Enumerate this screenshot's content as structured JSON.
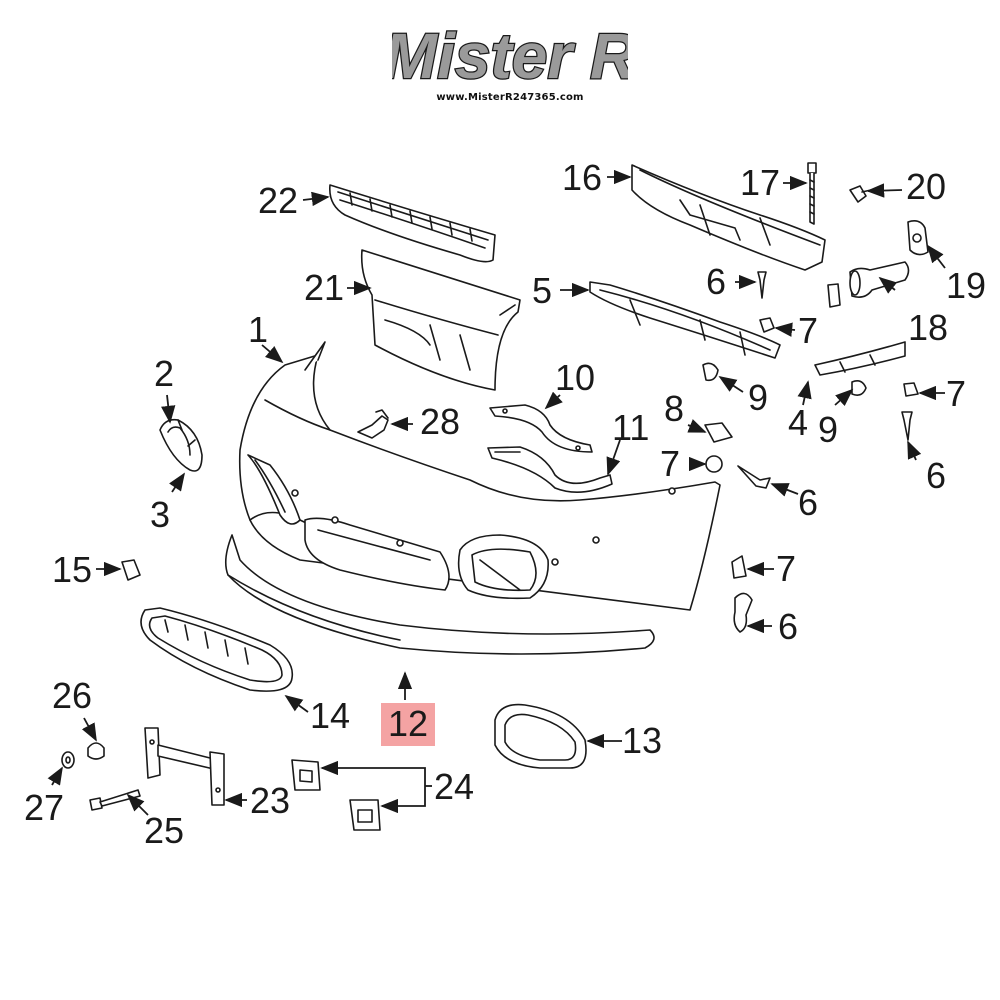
{
  "logo": {
    "text": "Mister R",
    "url": "www.MisterR247365.com"
  },
  "highlight_color": "#f4a3a3",
  "line_color": "#1a1a1a",
  "callouts": [
    {
      "key": "c1",
      "text": "1"
    },
    {
      "key": "c2",
      "text": "2"
    },
    {
      "key": "c3",
      "text": "3"
    },
    {
      "key": "c4",
      "text": "4"
    },
    {
      "key": "c5",
      "text": "5"
    },
    {
      "key": "c6a",
      "text": "6"
    },
    {
      "key": "c6b",
      "text": "6"
    },
    {
      "key": "c6c",
      "text": "6"
    },
    {
      "key": "c6d",
      "text": "6"
    },
    {
      "key": "c7a",
      "text": "7"
    },
    {
      "key": "c7b",
      "text": "7"
    },
    {
      "key": "c7c",
      "text": "7"
    },
    {
      "key": "c7d",
      "text": "7"
    },
    {
      "key": "c8",
      "text": "8"
    },
    {
      "key": "c9a",
      "text": "9"
    },
    {
      "key": "c9b",
      "text": "9"
    },
    {
      "key": "c10",
      "text": "10"
    },
    {
      "key": "c11",
      "text": "11"
    },
    {
      "key": "c12",
      "text": "12",
      "highlighted": true
    },
    {
      "key": "c13",
      "text": "13"
    },
    {
      "key": "c14",
      "text": "14"
    },
    {
      "key": "c15",
      "text": "15"
    },
    {
      "key": "c16",
      "text": "16"
    },
    {
      "key": "c17",
      "text": "17"
    },
    {
      "key": "c18",
      "text": "18"
    },
    {
      "key": "c19",
      "text": "19"
    },
    {
      "key": "c20",
      "text": "20"
    },
    {
      "key": "c21",
      "text": "21"
    },
    {
      "key": "c22",
      "text": "22"
    },
    {
      "key": "c23",
      "text": "23"
    },
    {
      "key": "c24",
      "text": "24"
    },
    {
      "key": "c25",
      "text": "25"
    },
    {
      "key": "c26",
      "text": "26"
    },
    {
      "key": "c27",
      "text": "27"
    },
    {
      "key": "c28",
      "text": "28"
    }
  ]
}
